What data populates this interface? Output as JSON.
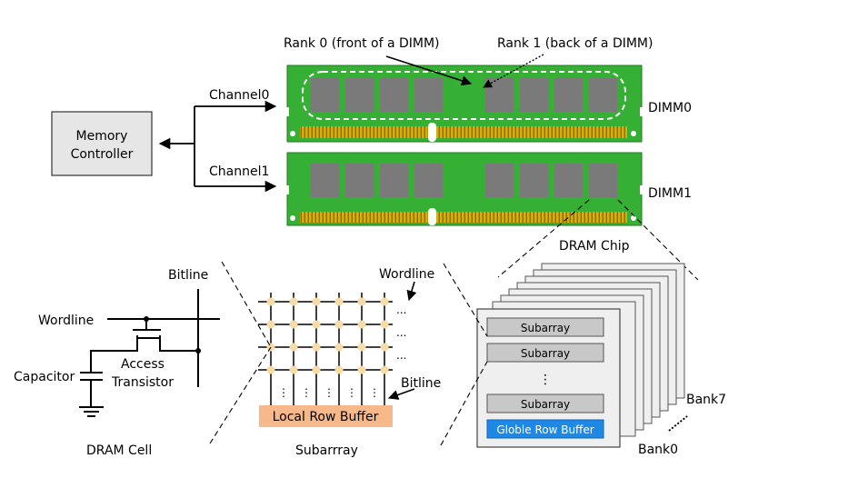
{
  "colors": {
    "pcb": "#35b035",
    "pcb_border": "#1e7d1e",
    "memory_chip": "#7a7a7a",
    "gold_contacts": "#c9a400",
    "controller_fill": "#e6e6e6",
    "subarray_fill": "#c8c8c8",
    "bank_fill": "#efefef",
    "local_row_buffer": "#f7b98a",
    "global_row_buffer": "#1e88e5",
    "cell_node": "#f8dca8"
  },
  "memory_controller": {
    "line1": "Memory",
    "line2": "Controller"
  },
  "channels": [
    "Channel0",
    "Channel1"
  ],
  "dimms": [
    "DIMM0",
    "DIMM1"
  ],
  "ranks": {
    "rank0": "Rank 0 (front of a DIMM)",
    "rank1": "Rank 1 (back of a DIMM)"
  },
  "dram_chip": {
    "title": "DRAM Chip",
    "subarray_label": "Subarray",
    "vertical_dots": "⋮",
    "global_row_buffer": "Globle Row Buffer",
    "bank_first": "Bank0",
    "bank_last": "Bank7"
  },
  "subarray_view": {
    "title": "Subarrray",
    "wordline": "Wordline",
    "bitline": "Bitline",
    "local_row_buffer": "Local Row Buffer",
    "row_dots": "...",
    "col_dots": "⋮"
  },
  "dram_cell": {
    "title": "DRAM Cell",
    "bitline": "Bitline",
    "wordline": "Wordline",
    "capacitor": "Capacitor",
    "transistor_line1": "Access",
    "transistor_line2": "Transistor"
  }
}
